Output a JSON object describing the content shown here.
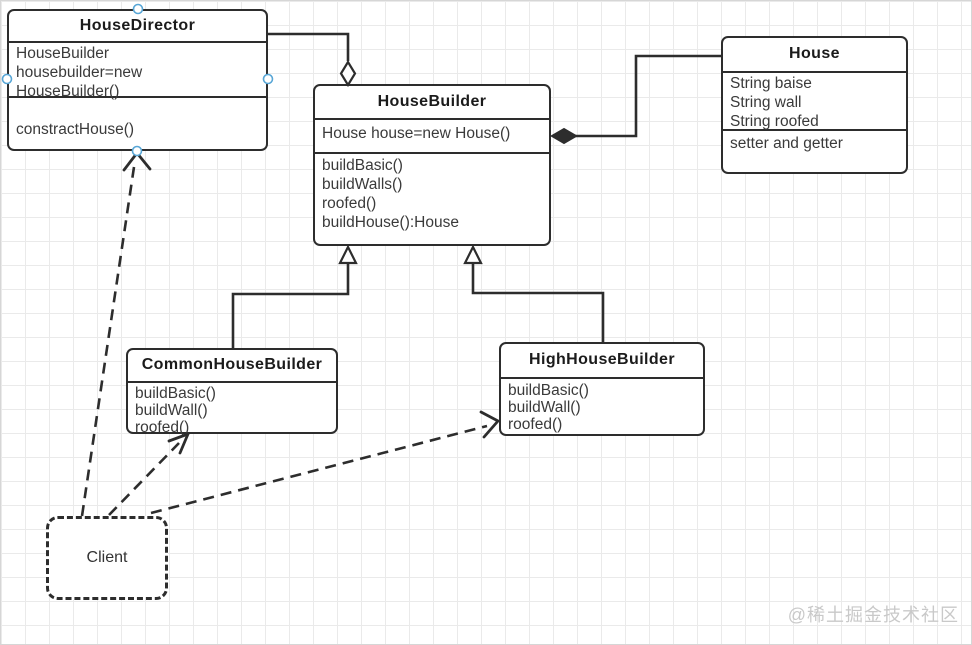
{
  "canvas": {
    "watermark": "@稀土掘金技术社区"
  },
  "classes": {
    "house_director": {
      "name": "HouseDirector",
      "attributes": [
        "HouseBuilder",
        "housebuilder=new",
        "HouseBuilder()"
      ],
      "methods": [
        "constractHouse()"
      ]
    },
    "house_builder": {
      "name": "HouseBuilder",
      "attributes": [
        "House house=new House()"
      ],
      "methods": [
        "buildBasic()",
        "buildWalls()",
        "roofed()",
        "buildHouse():House"
      ]
    },
    "house": {
      "name": "House",
      "attributes": [
        "String baise",
        "String wall",
        "String roofed"
      ],
      "methods": [
        "setter and getter"
      ]
    },
    "common_house_builder": {
      "name": "CommonHouseBuilder",
      "methods": [
        "buildBasic()",
        "buildWall()",
        "roofed()"
      ]
    },
    "high_house_builder": {
      "name": "HighHouseBuilder",
      "methods": [
        "buildBasic()",
        "buildWall()",
        "roofed()"
      ]
    },
    "client": {
      "name": "Client"
    }
  },
  "relationships": [
    {
      "from": "HouseDirector",
      "to": "HouseBuilder",
      "type": "aggregation"
    },
    {
      "from": "House",
      "to": "HouseBuilder",
      "type": "composition"
    },
    {
      "from": "CommonHouseBuilder",
      "to": "HouseBuilder",
      "type": "generalization"
    },
    {
      "from": "HighHouseBuilder",
      "to": "HouseBuilder",
      "type": "generalization"
    },
    {
      "from": "Client",
      "to": "HouseDirector",
      "type": "dependency"
    },
    {
      "from": "Client",
      "to": "CommonHouseBuilder",
      "type": "dependency"
    },
    {
      "from": "Client",
      "to": "HighHouseBuilder",
      "type": "dependency"
    }
  ],
  "colors": {
    "stroke": "#2d2d2d",
    "grid": "#eaeaea",
    "handle_blue": "#58a6d6",
    "watermark": "#c9c9c9"
  }
}
